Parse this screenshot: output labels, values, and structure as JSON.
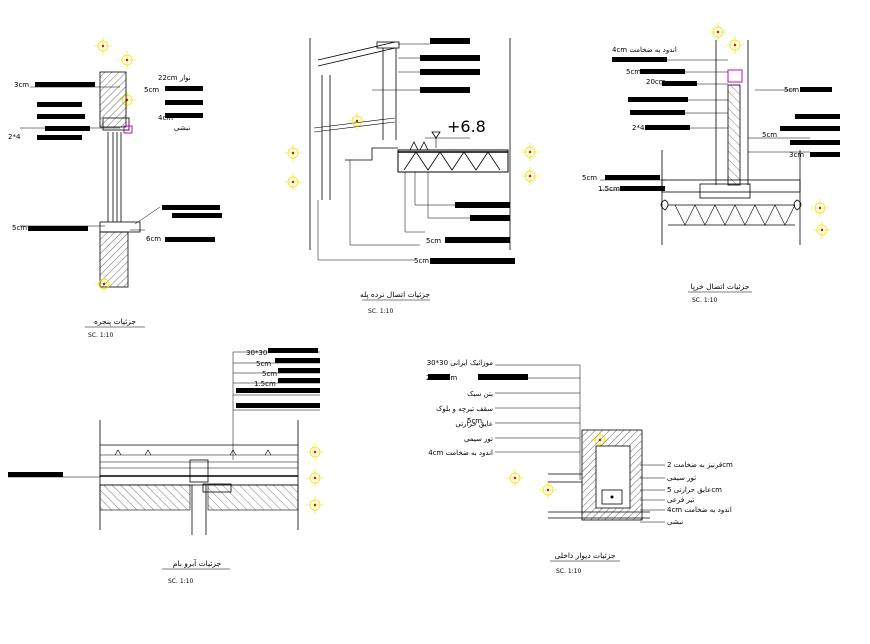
{
  "details": [
    {
      "id": "window",
      "title": "جزئیات پنجره",
      "scale": "SC. 1:10",
      "labels": [
        "3cm",
        "22cm نوار",
        "5cm",
        "4cm",
        "نبشی",
        "2*4",
        "5cm",
        "6cm"
      ]
    },
    {
      "id": "stair",
      "title": "جزئیات اتصال نرده پله",
      "scale": "SC. 1:10",
      "level": "+6.8",
      "labels": [
        "5cm",
        "5cm"
      ]
    },
    {
      "id": "truss",
      "title": "جزئیات اتصال خرپا",
      "scale": "SC. 1:10",
      "labels": [
        "4cm اندود به ضخامت",
        "5cm",
        "20cm",
        "5cm",
        "2*4",
        "5cm",
        "3cm",
        "5cm",
        "1.5cm"
      ]
    },
    {
      "id": "roof",
      "title": "جزئیات آبرو بام",
      "scale": "SC. 1:10",
      "labels": [
        "30*30",
        "5cm",
        "5cm",
        "1.5cm"
      ]
    },
    {
      "id": "wall",
      "title": "جزئیات دیوار داخلی",
      "scale": "SC. 1:10",
      "labels_left": [
        "30*30 موزائیک ایرانی",
        "25C 5cm",
        "بتن سبک",
        "سقف تیرچه و بلوک",
        "عایق حرارتی",
        "5cm",
        "تور سیمی",
        "4cm اندود به ضخامت"
      ],
      "labels_right": [
        "قرنیز به ضخامت 2cm",
        "تور سیمی",
        "عایق حرارتی 5cm",
        "تیر فرعی",
        "4cm اندود به ضخامت",
        "نبشی"
      ]
    }
  ],
  "colors": {
    "line": "#000000",
    "axis": "#e8e800",
    "marker_red": "#ff0000",
    "accent": "#cc00cc"
  }
}
